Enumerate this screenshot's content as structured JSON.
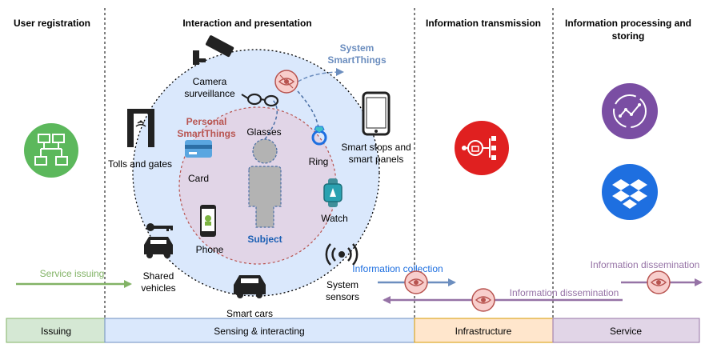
{
  "sections": {
    "user_registration": "User registration",
    "interaction": "Interaction and presentation",
    "transmission": "Information transmission",
    "processing_line1": "Information processing and",
    "processing_line2": "storing"
  },
  "system": {
    "line1": "System",
    "line2": "SmartThings"
  },
  "personal": {
    "line1": "Personal",
    "line2": "SmartThings"
  },
  "subject": "Subject",
  "devices": {
    "camera_line1": "Camera",
    "camera_line2": "surveillance",
    "glasses": "Glasses",
    "ring": "Ring",
    "watch": "Watch",
    "card": "Card",
    "phone": "Phone",
    "tolls": "Tolls and gates",
    "smart_stops_line1": "Smart stops and",
    "smart_stops_line2": "smart panels",
    "shared_line1": "Shared",
    "shared_line2": "vehicles",
    "smart_cars": "Smart cars",
    "sensors_line1": "System",
    "sensors_line2": "sensors"
  },
  "flows": {
    "service_issuing": "Service issuing",
    "info_collection": "Information collection",
    "info_dissemination_mid": "Information dissemination",
    "info_dissemination_right": "Information dissemination"
  },
  "bottom_bar": {
    "issuing": "Issuing",
    "sensing": "Sensing & interacting",
    "infrastructure": "Infrastructure",
    "service": "Service"
  },
  "colors": {
    "system_circle": "#dae8fc",
    "system_label": "#6c8ebf",
    "personal_circle": "#e1d5e7",
    "personal_label": "#b85450",
    "subject_label": "#1a5fb4",
    "green_icon": "#5cb85c",
    "red_icon": "#e02020",
    "purple_icon": "#7a4ea3",
    "blue_icon": "#1e6fe0",
    "collection_arrow": "#6c8ebf",
    "dissemination_arrow": "#9673a6",
    "issuing_arrow": "#82b366",
    "bar_issuing": "#d5e8d4",
    "bar_sensing": "#dae8fc",
    "bar_infra": "#ffe6cc",
    "bar_service": "#e1d5e7"
  }
}
